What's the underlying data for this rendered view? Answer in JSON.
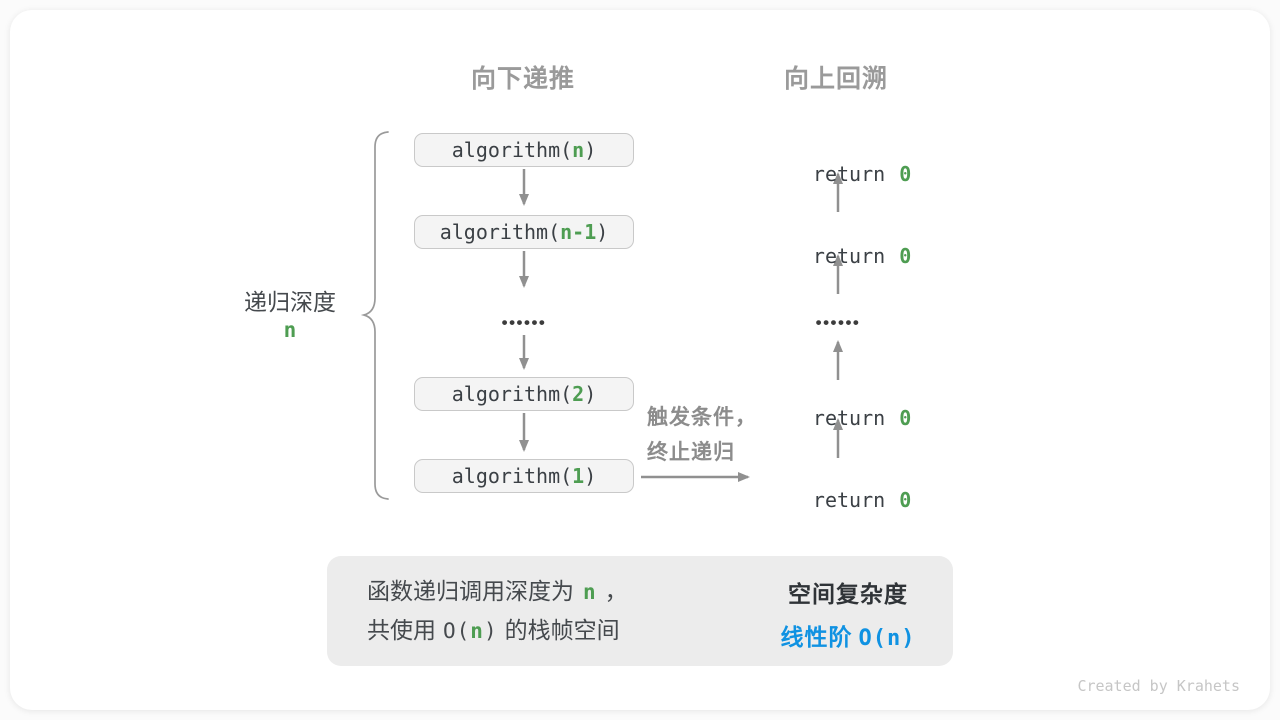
{
  "headers": {
    "down_label": "向下递推",
    "up_label": "向上回溯"
  },
  "depth": {
    "label": "递归深度",
    "var": "n"
  },
  "stack": {
    "boxes": [
      {
        "prefix": "algorithm(",
        "arg": "n",
        "suffix": ")"
      },
      {
        "prefix": "algorithm(",
        "arg": "n-1",
        "suffix": ")"
      },
      {
        "prefix": "algorithm(",
        "arg": "2",
        "suffix": ")"
      },
      {
        "prefix": "algorithm(",
        "arg": "1",
        "suffix": ")"
      }
    ],
    "dots": "••••••"
  },
  "returns": {
    "rows": [
      {
        "keyword": "return",
        "value": "0"
      },
      {
        "keyword": "return",
        "value": "0"
      },
      {
        "keyword": "return",
        "value": "0"
      },
      {
        "keyword": "return",
        "value": "0"
      }
    ],
    "dots": "••••••"
  },
  "trigger": {
    "line1": "触发条件，",
    "line2": "终止递归"
  },
  "summary": {
    "line1_pre": "函数递归调用深度为",
    "line1_var": "n",
    "line1_post": "，",
    "line2_pre": "共使用",
    "line2_open": "O(",
    "line2_var": "n",
    "line2_close": ")",
    "line2_post": "的栈帧空间",
    "result_title": "空间复杂度",
    "result_prefix": "线性阶",
    "result_formula": "O(n)"
  },
  "footer": {
    "credit": "Created by Krahets"
  },
  "colors": {
    "green_accent": "#4e9d52",
    "blue_accent": "#1092e2",
    "arrow_gray": "#909090",
    "label_gray": "#9a9a9a"
  }
}
